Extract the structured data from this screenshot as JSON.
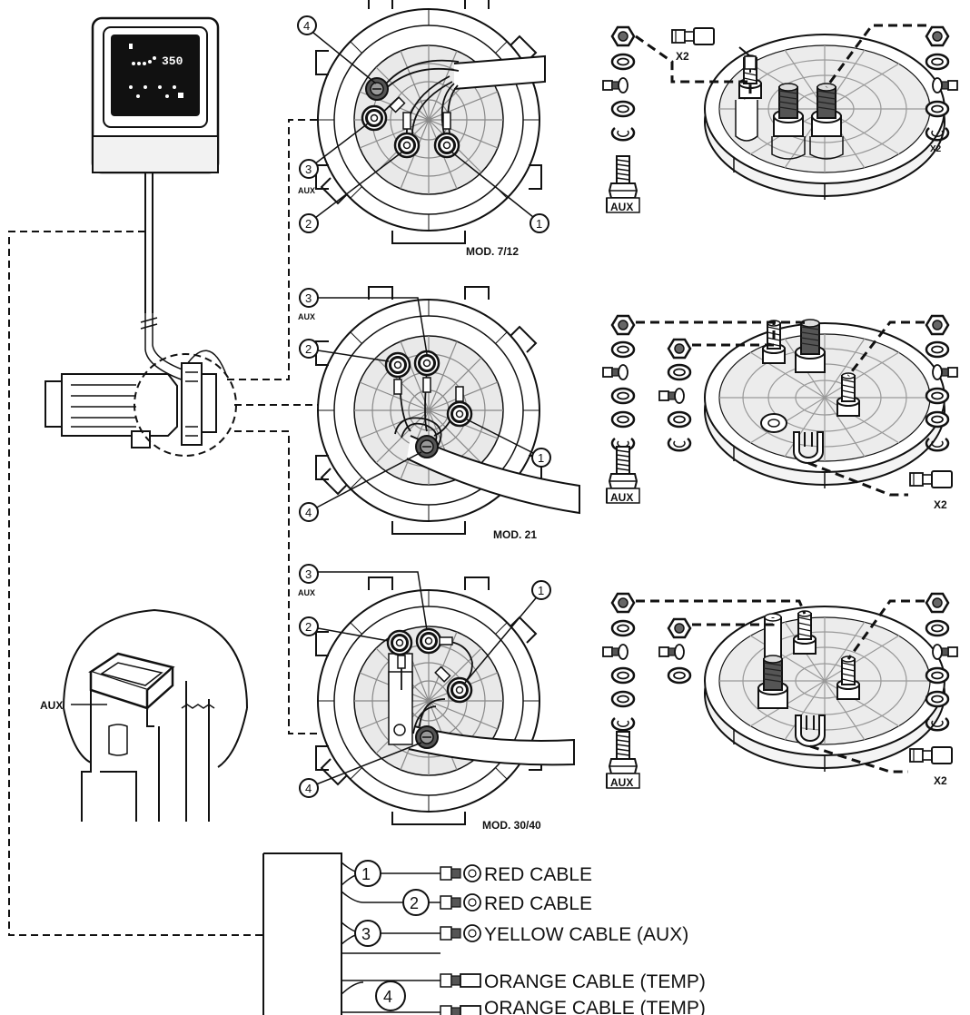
{
  "control_unit": {
    "display_readout": "350"
  },
  "models": {
    "m1": {
      "label": "MOD. 7/12"
    },
    "m2": {
      "label": "MOD. 21"
    },
    "m3": {
      "label": "MOD. 30/40"
    }
  },
  "labels": {
    "aux": "AUX",
    "x2": "X2"
  },
  "callouts": [
    "1",
    "2",
    "3",
    "4"
  ],
  "legend": {
    "items": [
      {
        "number": "1",
        "text": "RED CABLE"
      },
      {
        "number": "2",
        "text": "RED CABLE"
      },
      {
        "number": "3",
        "text": "YELLOW CABLE (AUX)"
      },
      {
        "number": "4",
        "text": "ORANGE CABLE (TEMP)"
      },
      {
        "number": "4",
        "text": "ORANGE CABLE (TEMP)"
      }
    ]
  }
}
